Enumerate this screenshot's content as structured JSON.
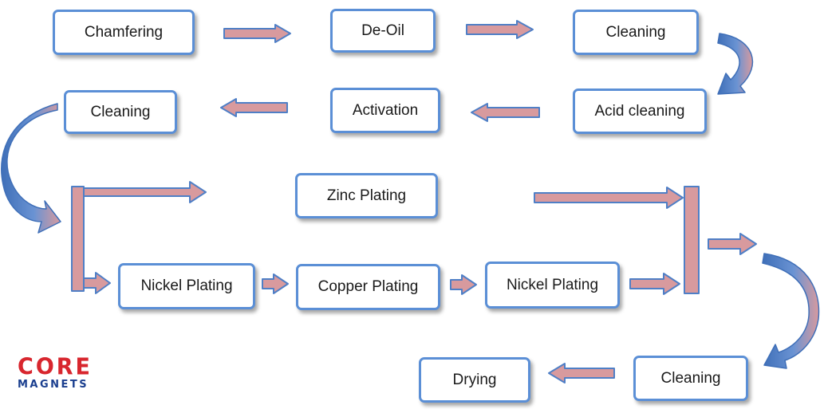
{
  "steps": {
    "chamfering": "Chamfering",
    "de_oil": "De-Oil",
    "cleaning_1": "Cleaning",
    "acid_cleaning": "Acid cleaning",
    "activation": "Activation",
    "cleaning_2": "Cleaning",
    "zinc_plating": "Zinc Plating",
    "nickel_plating_1": "Nickel Plating",
    "copper_plating": "Copper Plating",
    "nickel_plating_2": "Nickel Plating",
    "cleaning_3": "Cleaning",
    "drying": "Drying"
  },
  "logo": {
    "line1": "CORE",
    "line2": "MAGNETS"
  },
  "colors": {
    "box_border": "#5b8fd6",
    "arrow_fill": "#d89a9e",
    "arrow_stroke": "#4f7fc6",
    "logo_red": "#d8262e",
    "logo_blue": "#1b3f8f"
  },
  "icons": {
    "arrow": "right-arrow-icon",
    "curved_arrow": "curved-arrow-icon"
  }
}
